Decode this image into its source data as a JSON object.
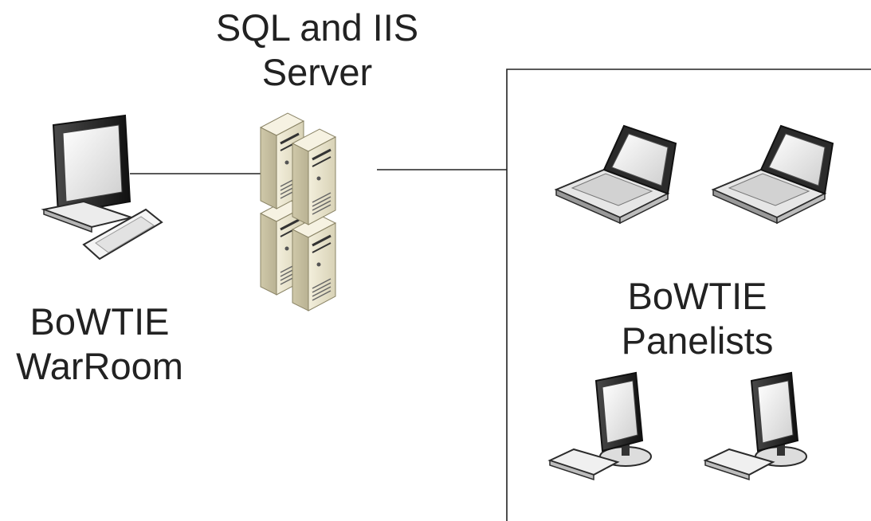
{
  "labels": {
    "server_line1": "SQL and IIS",
    "server_line2": "Server",
    "warroom_line1": "BoWTIE",
    "warroom_line2": "WarRoom",
    "panelists_line1": "BoWTIE",
    "panelists_line2": "Panelists"
  },
  "nodes": [
    {
      "id": "warroom",
      "icon": "desktop-computer-icon",
      "count": 1
    },
    {
      "id": "server",
      "icon": "server-rack-icon",
      "count": 4
    },
    {
      "id": "panelists-laptops",
      "icon": "laptop-icon",
      "count": 2
    },
    {
      "id": "panelists-desktops",
      "icon": "desktop-computer-icon",
      "count": 2
    }
  ],
  "connections": [
    {
      "from": "warroom",
      "to": "server"
    },
    {
      "from": "server",
      "to": "panelists-group"
    }
  ],
  "colors": {
    "line": "#222222",
    "server_body": "#e9e4cd",
    "device_dark": "#2b2b2b",
    "device_light": "#f1f1f1"
  }
}
